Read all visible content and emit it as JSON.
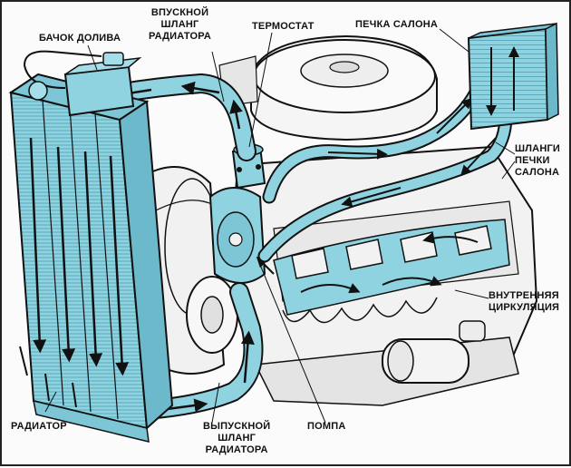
{
  "labels": {
    "tank": "БАЧОК ДОЛИВА",
    "inlet": [
      "ВПУСКНОЙ",
      "ШЛАНГ",
      "РАДИАТОРА"
    ],
    "thermostat": "ТЕРМОСТАТ",
    "heater": "ПЕЧКА САЛОНА",
    "heater_hoses": [
      "ШЛАНГИ",
      "ПЕЧКИ",
      "САЛОНА"
    ],
    "internal": [
      "ВНУТРЕННЯЯ",
      "ЦИРКУЛЯЦИЯ"
    ],
    "radiator": "РАДИАТОР",
    "outlet": [
      "ВЫПУСКНОЙ",
      "ШЛАНГ",
      "РАДИАТОРА"
    ],
    "pump": "ПОМПА"
  },
  "colors": {
    "coolant": "#8fd3e0",
    "coolant_dark": "#5fb4c8",
    "ink": "#111111",
    "metal": "#f2f2f2"
  }
}
